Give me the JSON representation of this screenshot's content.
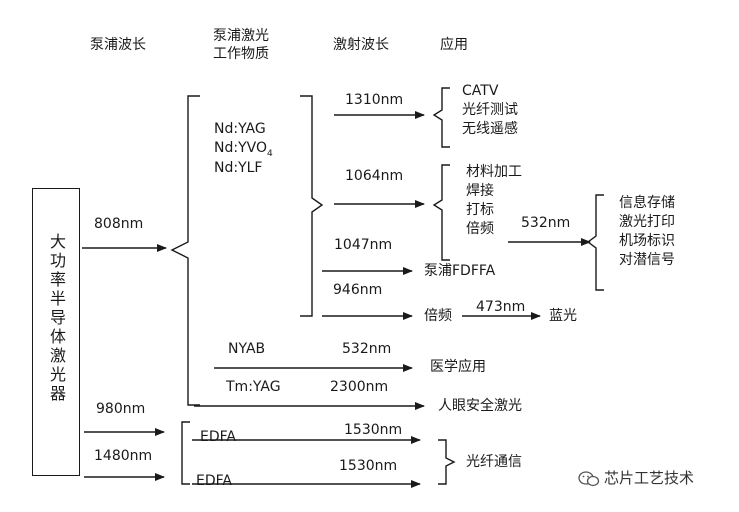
{
  "headers": {
    "pump_wavelength": "泵浦波长",
    "gain_medium_line1": "泵浦激光",
    "gain_medium_line2": "工作物质",
    "lasing_wavelength": "激射波长",
    "application": "应用"
  },
  "source": {
    "label": "大功率半导体激光器"
  },
  "pump_wavelengths": {
    "w808": "808nm",
    "w980": "980nm",
    "w1480": "1480nm"
  },
  "media": {
    "nd_yag": "Nd:YAG",
    "nd_yvo4_base": "Nd:YVO",
    "nd_yvo4_sub": "4",
    "nd_ylf": "Nd:YLF",
    "nyab": "NYAB",
    "tm_yag": "Tm:YAG",
    "edfa_1": "EDFA",
    "edfa_2": "EDFA"
  },
  "output_wavelengths": {
    "w1310": "1310nm",
    "w1064": "1064nm",
    "w1047": "1047nm",
    "w946": "946nm",
    "w532_nyab": "532nm",
    "w2300": "2300nm",
    "w1530_a": "1530nm",
    "w1530_b": "1530nm",
    "w532_double": "532nm",
    "w473": "473nm"
  },
  "applications": {
    "group_1310": [
      "CATV",
      "光纤测试",
      "无线遥感"
    ],
    "group_1064": [
      "材料加工",
      "焊接",
      "打标",
      "倍频"
    ],
    "group_532": [
      "信息存储",
      "激光打印",
      "机场标识",
      "对潜信号"
    ],
    "pump_fdffa": "泵浦FDFFA",
    "doubling": "倍频",
    "blue_light": "蓝光",
    "medical": "医学应用",
    "eye_safe": "人眼安全激光",
    "fiber_comm": "光纤通信"
  },
  "watermark": {
    "text": "芯片工艺技术",
    "icon": "wechat-icon"
  }
}
